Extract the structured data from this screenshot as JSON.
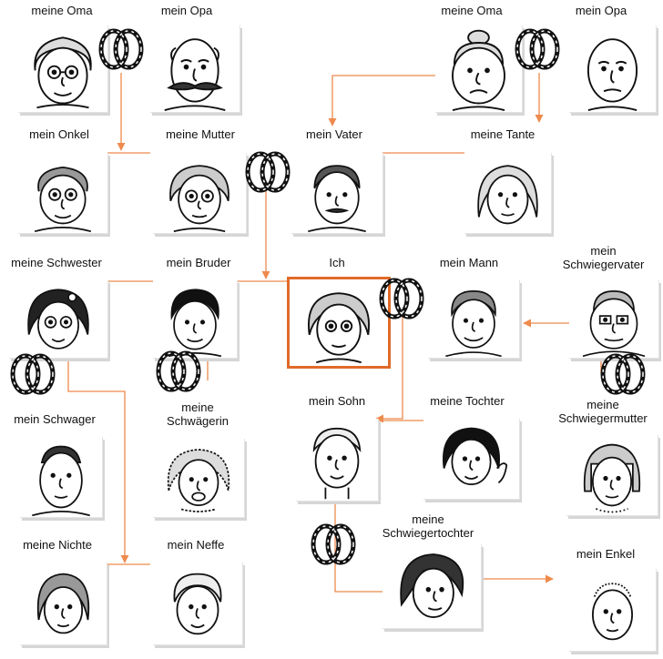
{
  "labels": {
    "oma1": "meine Oma",
    "opa1": "mein Opa",
    "oma2": "meine Oma",
    "opa2": "mein Opa",
    "onkel": "mein Onkel",
    "mutter": "meine Mutter",
    "vater": "mein Vater",
    "tante": "meine Tante",
    "schwester": "meine Schwester",
    "bruder": "mein Bruder",
    "ich": "Ich",
    "mann": "mein Mann",
    "schwiegervater": "mein\nSchwiegervater",
    "schwager": "mein Schwager",
    "schwaegerin": "meine\nSchwägerin",
    "sohn": "mein Sohn",
    "tochter": "meine Tochter",
    "schwiegermutter": "meine\nSchwiegermutter",
    "nichte": "meine Nichte",
    "neffe": "mein Neffe",
    "schwiegertochter": "meine\nSchwiegertochter",
    "enkel": "mein Enkel"
  },
  "colors": {
    "accent": "#e06a2a",
    "line": "#ee8a4c",
    "ink": "#111111"
  },
  "icons": {
    "marriage": "wedding-rings-icon",
    "portrait": "face-sketch-icon"
  }
}
